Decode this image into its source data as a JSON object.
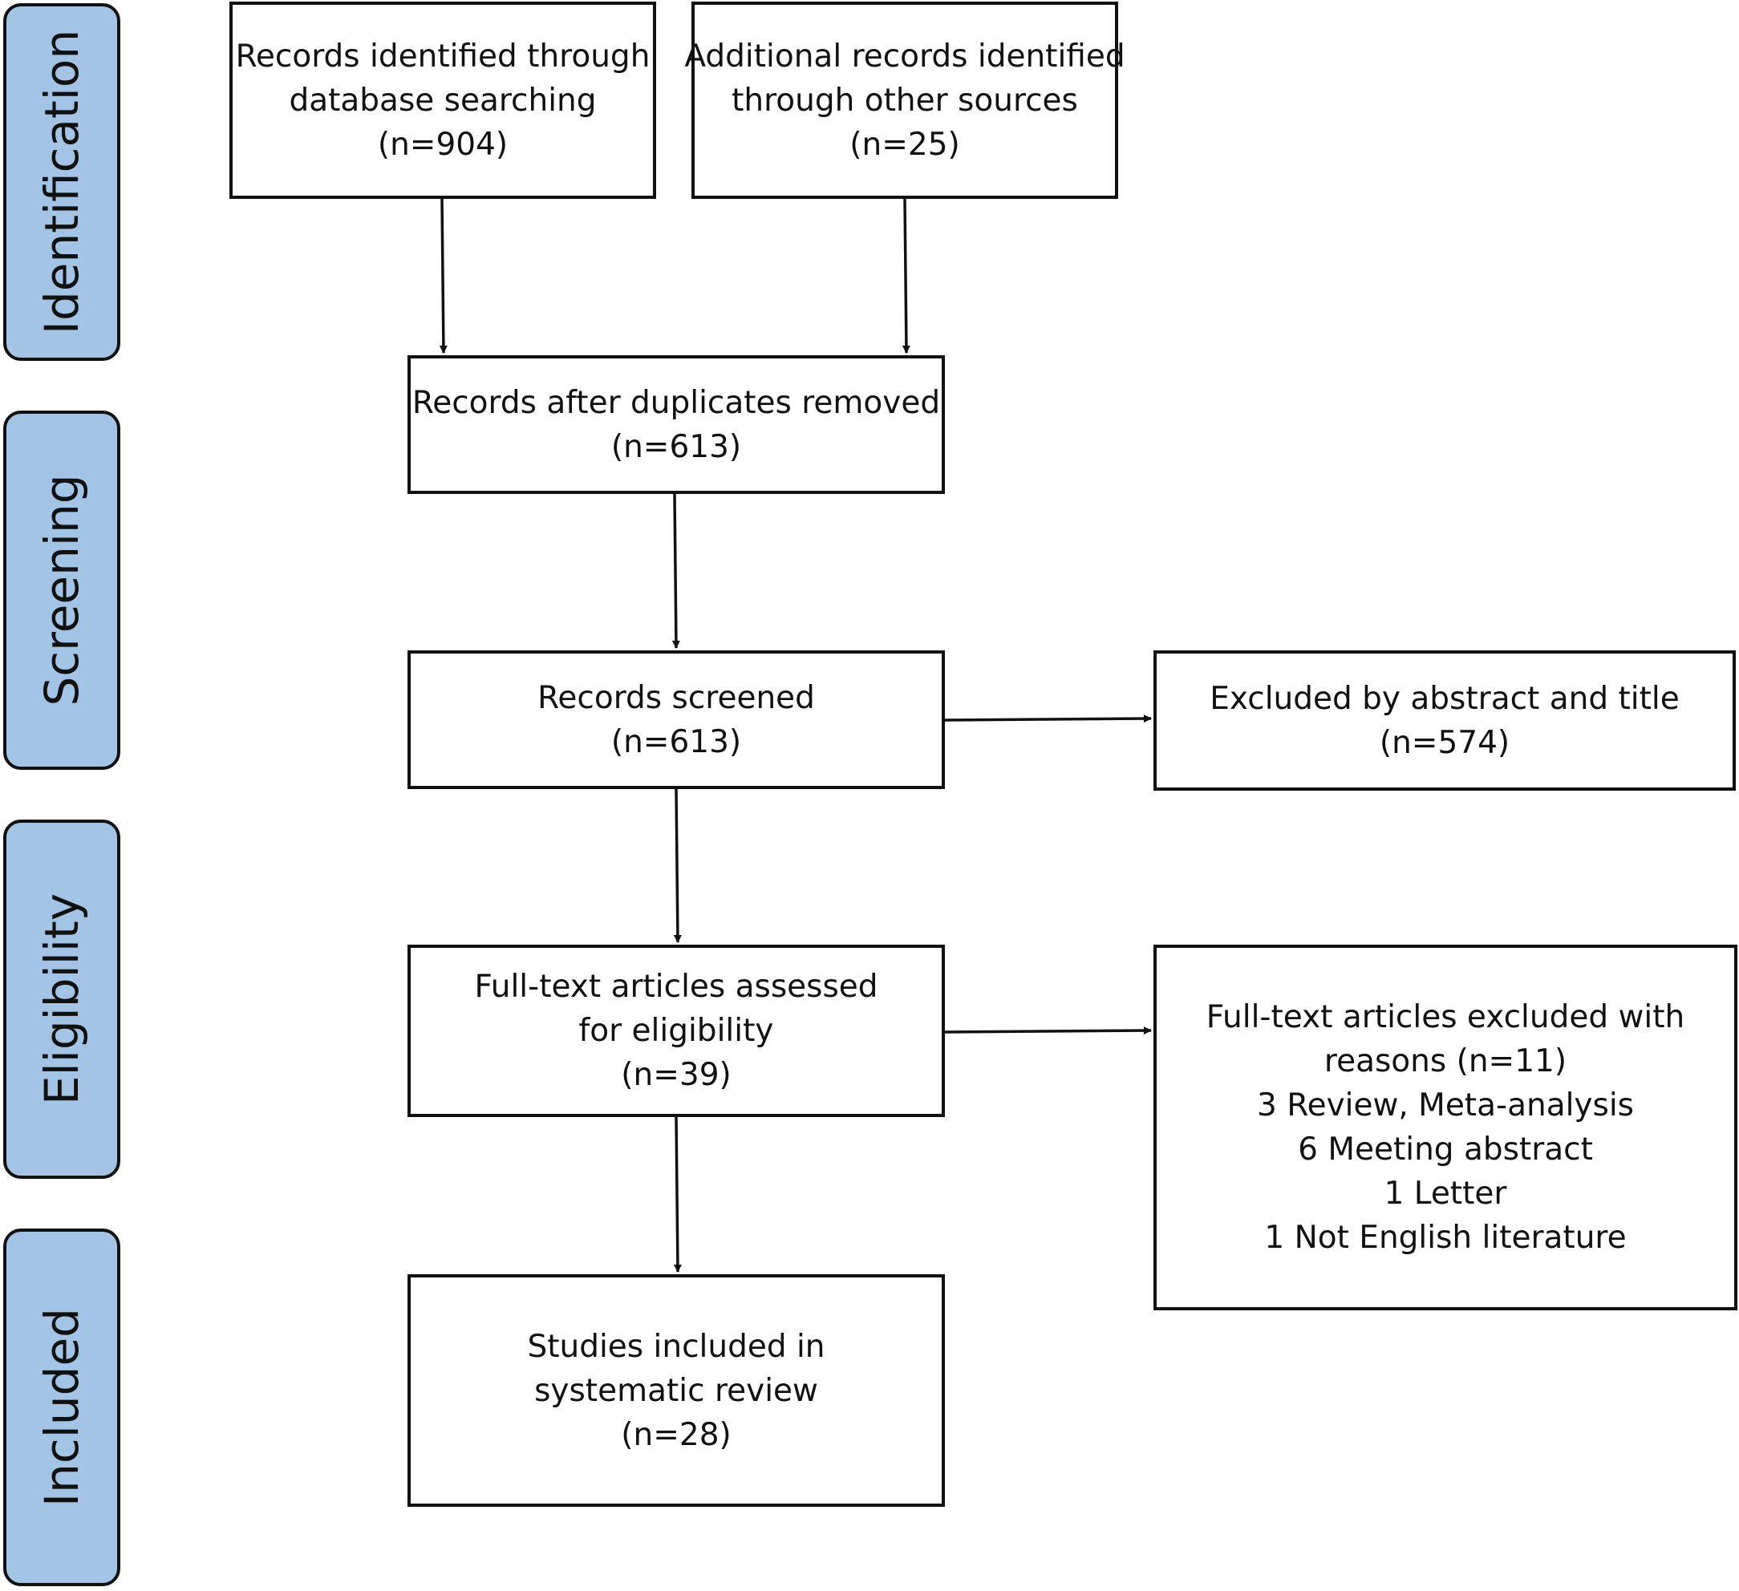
{
  "phases": {
    "identification": "Identification",
    "screening": "Screening",
    "eligibility": "Eligibility",
    "included": "Included"
  },
  "boxes": {
    "database_search": {
      "lines": [
        "Records identified through",
        "database searching",
        "(n=904)"
      ]
    },
    "other_sources": {
      "lines": [
        "Additional records identified",
        "through other sources",
        "(n=25)"
      ]
    },
    "duplicates_removed": {
      "lines": [
        "Records after duplicates removed",
        "(n=613)"
      ]
    },
    "screened": {
      "lines": [
        "Records screened",
        "(n=613)"
      ]
    },
    "excluded_abstract": {
      "lines": [
        "Excluded by abstract and title",
        "(n=574)"
      ]
    },
    "full_text_assessed": {
      "lines": [
        "Full-text articles assessed",
        "for eligibility",
        "(n=39)"
      ]
    },
    "full_text_excluded": {
      "lines": [
        "Full-text articles excluded with",
        "reasons (n=11)",
        "3 Review, Meta-analysis",
        "6 Meeting abstract",
        "1 Letter",
        "1 Not English literature"
      ]
    },
    "included_studies": {
      "lines": [
        "Studies included in",
        "systematic review",
        "(n=28)"
      ]
    }
  },
  "colors": {
    "phase_fill": "#a3c4e5",
    "stroke": "#111111",
    "box_fill": "#ffffff"
  }
}
